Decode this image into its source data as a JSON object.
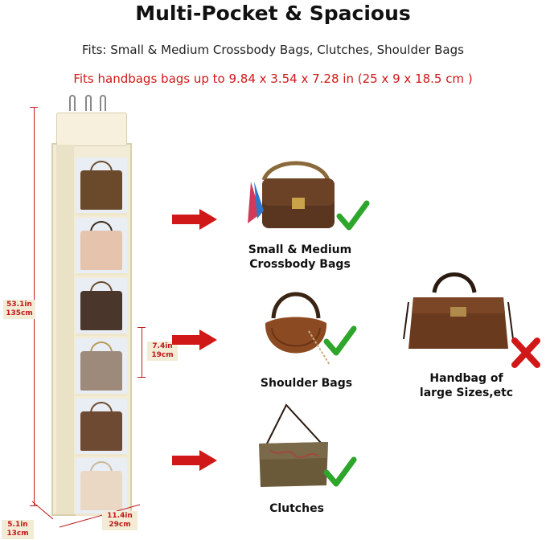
{
  "header": {
    "title": "Multi-Pocket & Spacious",
    "fits_line": "Fits: Small & Medium Crossbody Bags, Clutches, Shoulder Bags",
    "size_line": "Fits  handbags bags up to 9.84 x 3.54 x 7.28 in (25 x 9 x 18.5 cm )"
  },
  "dimensions": {
    "height": {
      "in": "53.1in",
      "cm": "135cm"
    },
    "pocket": {
      "in": "7.4in",
      "cm": "19cm"
    },
    "depth": {
      "in": "5.1in",
      "cm": "13cm"
    },
    "width": {
      "in": "11.4in",
      "cm": "29cm"
    }
  },
  "categories": [
    {
      "label_line1": "Small & Medium",
      "label_line2": "Crossbody Bags",
      "status": "check"
    },
    {
      "label_line1": "Shoulder Bags",
      "status": "check"
    },
    {
      "label_line1": "Clutches",
      "status": "check"
    },
    {
      "label_line1": "Handbag of",
      "label_line2": "large Sizes,etc",
      "status": "cross"
    }
  ],
  "colors": {
    "accent_red": "#d01818",
    "check_green": "#2ea52b",
    "organizer_cream": "#f2ecd6"
  }
}
